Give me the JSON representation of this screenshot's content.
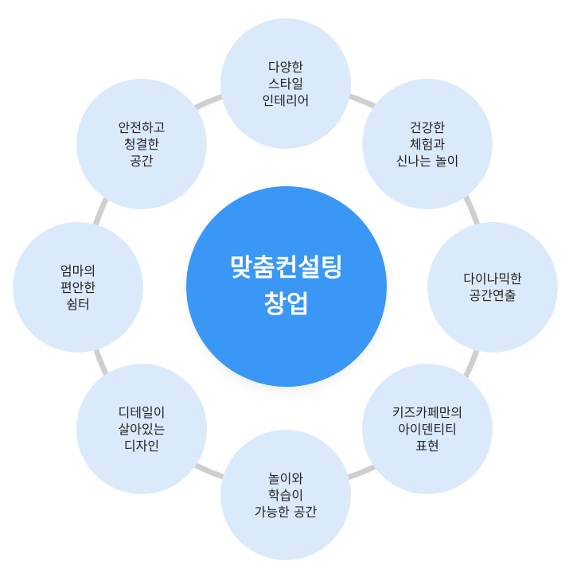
{
  "center": {
    "label": "맞춤컨설팅\n창업"
  },
  "nodes": [
    {
      "label": "다양한\n스타일\n인테리어"
    },
    {
      "label": "건강한\n체험과\n신나는 놀이"
    },
    {
      "label": "다이나믹한\n공간연출"
    },
    {
      "label": "키즈카페만의\n아이덴티티\n표현"
    },
    {
      "label": "놀이와\n학습이\n가능한 공간"
    },
    {
      "label": "디테일이\n살아있는\n디자인"
    },
    {
      "label": "엄마의\n편안한\n쉼터"
    },
    {
      "label": "안전하고\n청결한\n공간"
    }
  ],
  "colors": {
    "center_fill": "#3a97f5",
    "node_fill": "#dbeafb",
    "ring": "#cfcfcf"
  }
}
